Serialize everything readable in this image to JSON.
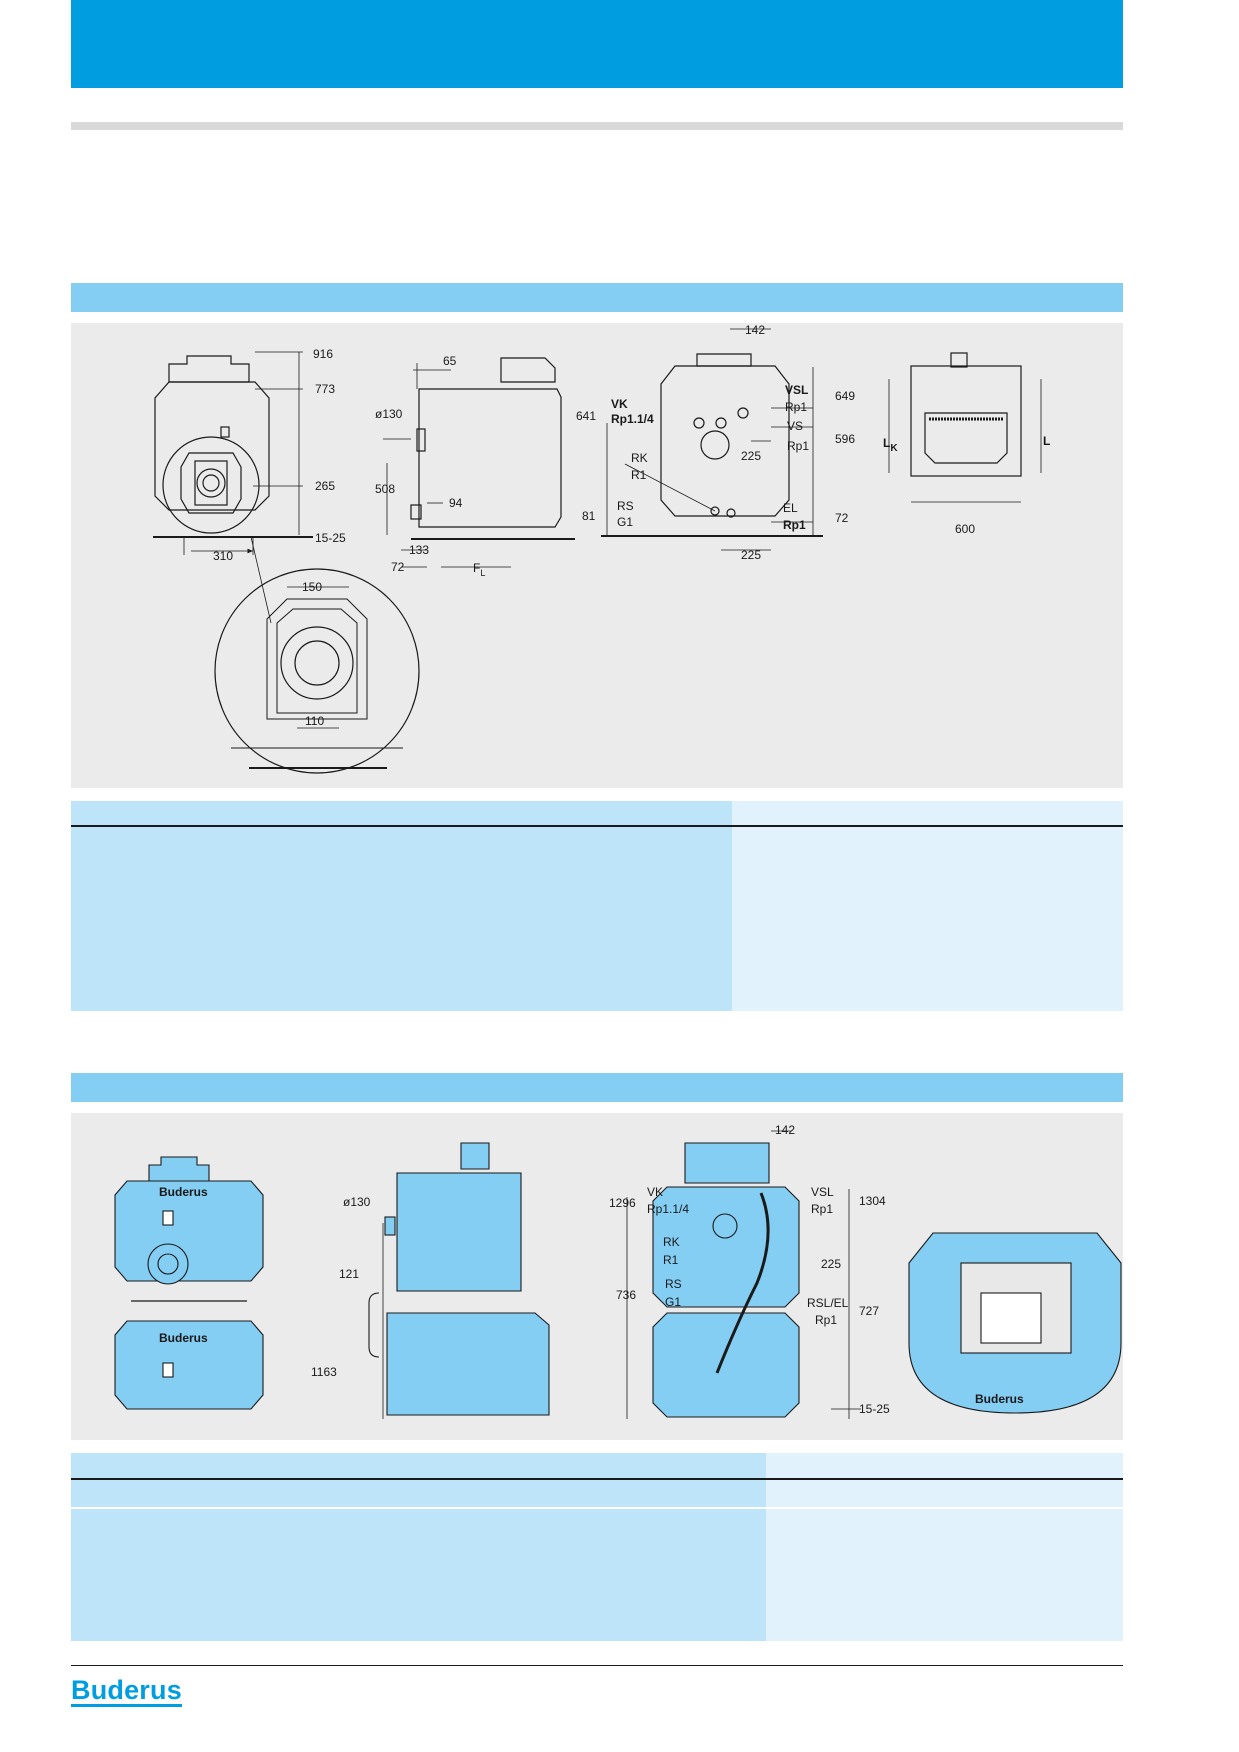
{
  "brand": {
    "logo_text": "Buderus",
    "accent": "#009ee0",
    "band_color": "#84cdf3"
  },
  "drawing1": {
    "front": {
      "d916": "916",
      "d773": "773",
      "d265": "265",
      "d15_25": "15-25",
      "d310": "310"
    },
    "detail": {
      "d150": "150",
      "d110": "110"
    },
    "side": {
      "d65": "65",
      "dia130": "ø130",
      "d508": "508",
      "d94": "94",
      "d133": "133",
      "d72": "72",
      "fl": "F",
      "fl_sub": "L"
    },
    "rear": {
      "d142": "142",
      "d641": "641",
      "vk": "VK",
      "vk_thread": "Rp1.1/4",
      "vsl": "VSL",
      "vsl_thread": "Rp1",
      "d649": "649",
      "vs": "VS",
      "vs_thread": "Rp1",
      "d596": "596",
      "rk": "RK",
      "rk_thread": "R1",
      "d225a": "225",
      "d81": "81",
      "rs": "RS",
      "rs_thread": "G1",
      "el": "EL",
      "el_thread": "Rp1",
      "d72": "72",
      "d225b": "225"
    },
    "top": {
      "lk": "L",
      "lk_sub": "K",
      "l": "L",
      "d600": "600"
    }
  },
  "drawing2": {
    "side": {
      "dia130": "ø130",
      "d121": "121",
      "d1163": "1163"
    },
    "rear": {
      "d142": "142",
      "d1296": "1296",
      "vk": "VK",
      "vk_thread": "Rp1.1/4",
      "vsl": "VSL",
      "vsl_thread": "Rp1",
      "d1304": "1304",
      "rk": "RK",
      "rk_thread": "R1",
      "d225": "225",
      "d736": "736",
      "rs": "RS",
      "rs_thread": "G1",
      "rsl_el": "RSL/EL",
      "rsl_thread": "Rp1",
      "d727": "727",
      "d15_25": "15-25"
    },
    "logos": {
      "buderus1": "Buderus",
      "buderus2": "Buderus",
      "buderus3": "Buderus"
    }
  }
}
